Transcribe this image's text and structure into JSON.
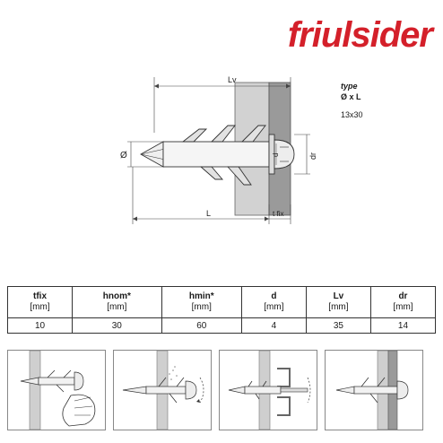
{
  "brand": "friulsider",
  "drawing": {
    "labels": {
      "lv": "Lv",
      "l": "L",
      "tfix": "t fix",
      "dia": "Ø",
      "d": "d",
      "dr": "dr"
    }
  },
  "spec": {
    "type_label": "type",
    "format_label": "Ø x L",
    "value": "13x30"
  },
  "table": {
    "columns": [
      {
        "name": "tfix",
        "unit": "[mm]"
      },
      {
        "name": "hnom*",
        "unit": "[mm]"
      },
      {
        "name": "hmin*",
        "unit": "[mm]"
      },
      {
        "name": "d",
        "unit": "[mm]"
      },
      {
        "name": "Lv",
        "unit": "[mm]"
      },
      {
        "name": "dr",
        "unit": "[mm]"
      }
    ],
    "values": [
      "10",
      "30",
      "60",
      "4",
      "35",
      "14"
    ]
  },
  "steps": [
    {
      "icon": "hand-insert-icon"
    },
    {
      "icon": "screw-in-icon"
    },
    {
      "icon": "screwdriver-icon"
    },
    {
      "icon": "installed-anchor-icon"
    }
  ],
  "colors": {
    "brand": "#d4202a",
    "wall": "#cfcfcf",
    "wall_dark": "#9a9a9a"
  }
}
